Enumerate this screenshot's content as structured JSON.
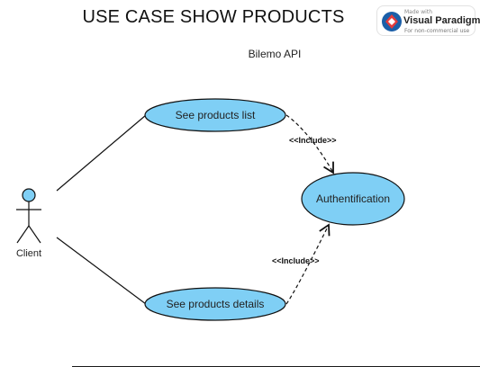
{
  "title": "USE CASE SHOW PRODUCTS",
  "logo": {
    "made_with": "Made with",
    "brand": "Visual Paradigm",
    "note": "For non-commercial use"
  },
  "system": {
    "name": "Bilemo API",
    "fill": "#7fcff5"
  },
  "actor": {
    "name": "Client",
    "head_color": "#7fcff5"
  },
  "use_cases": [
    {
      "label": "See products list"
    },
    {
      "label": "Authentification"
    },
    {
      "label": "See products details"
    }
  ],
  "relationships": [
    {
      "type": "include",
      "label": "<<Include>>"
    },
    {
      "type": "include",
      "label": "<<Include>>"
    }
  ]
}
